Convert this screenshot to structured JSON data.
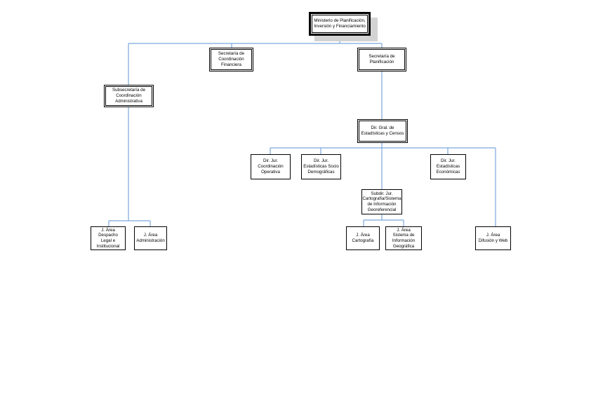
{
  "colors": {
    "connector": "#7aa6dc",
    "border": "#000000",
    "shadow": "#d3d3d3"
  },
  "org": {
    "ministerio": "Ministerio de Planificación,\nInversión y Financiamiento",
    "sec_coord_fin": "Secretaría de\nCoordinación\nFinanciera",
    "sec_planif": "Secretaría de\nPlanificación",
    "subsec_admin": "Subsecretaría de\nCoordinación\nAdministrativa",
    "dir_gral_est": "Dir. Gral. de\nEstadísticas y Censos",
    "dir_coord_op": "Dir. Jur.\nCoordinación\nOperativa",
    "dir_est_socio": "Dir. Jur.\nEstadísticas Socio\nDemográficas",
    "dir_est_econ": "Dir. Jur.\nEstadísticas\nEconómicas",
    "subdir_carto": "Subdir. Jur.\nCartografía/Sistema\nde Información\nGeoreferencial",
    "area_despacho": "J. Área\nDespacho\nLegal e\nInstitucional",
    "area_admin": "J. Área\nAdministración",
    "area_carto": "J. Área\nCartografía",
    "area_sig": "J. Área\nSistema de\nInformación\nGeográfica",
    "area_difusion": "J. Área\nDifusión y Web"
  }
}
